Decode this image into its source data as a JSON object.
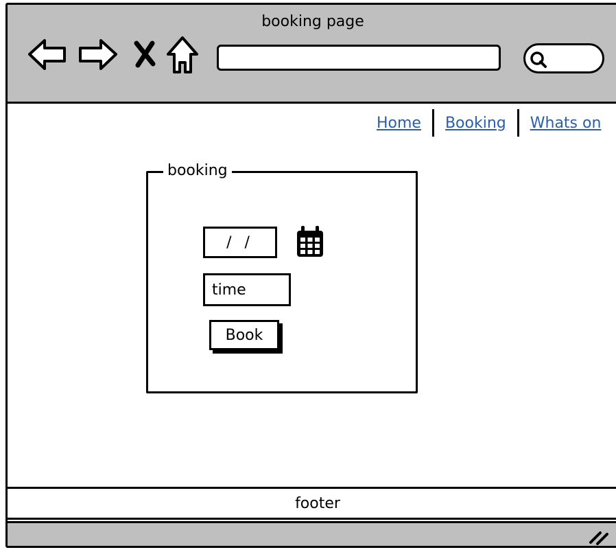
{
  "window": {
    "title": "booking page",
    "icons": [
      "back-icon",
      "forward-icon",
      "close-icon",
      "home-icon",
      "search-icon",
      "resize-grip-icon"
    ]
  },
  "address_bar": {
    "value": ""
  },
  "search": {
    "value": ""
  },
  "nav": {
    "links": [
      {
        "label": "Home"
      },
      {
        "label": "Booking"
      },
      {
        "label": "Whats on"
      }
    ],
    "link_color": "#2a5ea8"
  },
  "booking": {
    "group_label": "booking",
    "date_value": "/ /",
    "time_value": "time",
    "book_label": "Book",
    "calendar_icon": "calendar-icon"
  },
  "footer": {
    "label": "footer"
  },
  "colors": {
    "chrome": "#bfbfbf",
    "border": "#000000",
    "background": "#ffffff"
  }
}
